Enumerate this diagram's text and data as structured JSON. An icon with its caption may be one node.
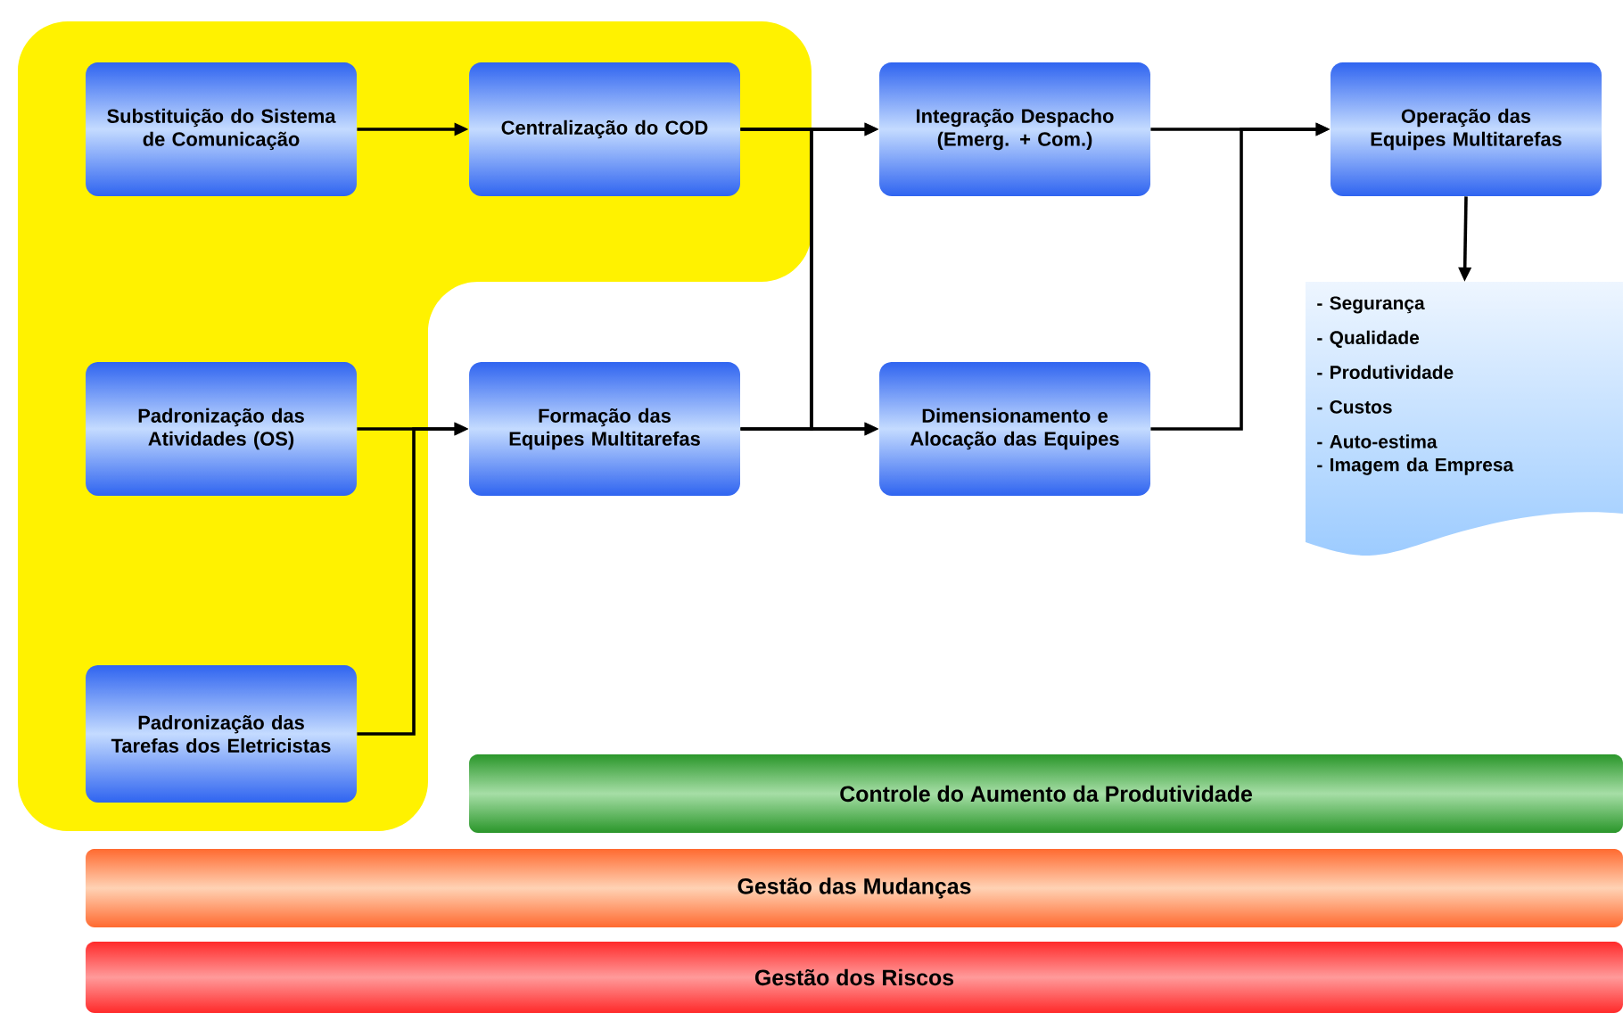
{
  "diagram": {
    "nodes": [
      {
        "text": [
          "Substituição do Sistema de Comunicação"
        ]
      },
      {
        "text": [
          "Centralização do COD"
        ]
      },
      {
        "text": [
          "Integração Despacho (Emerg. + Com.)"
        ]
      },
      {
        "text": [
          "Operação das Equipes Multitarefas"
        ]
      },
      {
        "text": [
          "Padronização das Atividades (OS)"
        ]
      },
      {
        "text": [
          "Formação das Equipes Multitarefas"
        ]
      },
      {
        "text": [
          "Dimensionamento e Alocação das Equipes"
        ]
      },
      {
        "text": [
          "- Segurança",
          "- Qualidade",
          "- Produtividade",
          "- Custos",
          "- Auto-estima",
          "- Imagem da Empresa"
        ]
      },
      {
        "text": [
          "Padronização das Tarefas dos Eletricistas"
        ]
      },
      {
        "text": [
          "Controle do Aumento da Produtividade"
        ]
      },
      {
        "text": [
          "Gestão das Mudanças"
        ]
      },
      {
        "text": [
          "Gestão dos Riscos"
        ]
      }
    ],
    "edges": [
      {
        "from": 0,
        "to": 1,
        "arrow": "to"
      },
      {
        "from": 1,
        "to": 2,
        "arrow": "to"
      },
      {
        "from": 1,
        "to": 6,
        "arrow": "to"
      },
      {
        "from": 5,
        "to": 2,
        "arrow": "to"
      },
      {
        "from": 5,
        "to": 6,
        "arrow": "to"
      },
      {
        "from": 4,
        "to": 5,
        "arrow": "to"
      },
      {
        "from": 8,
        "to": 5,
        "arrow": "to"
      },
      {
        "from": 2,
        "to": 3,
        "arrow": "to"
      },
      {
        "from": 6,
        "to": 3,
        "arrow": "to"
      },
      {
        "from": 3,
        "to": 7,
        "arrow": "to"
      }
    ]
  }
}
